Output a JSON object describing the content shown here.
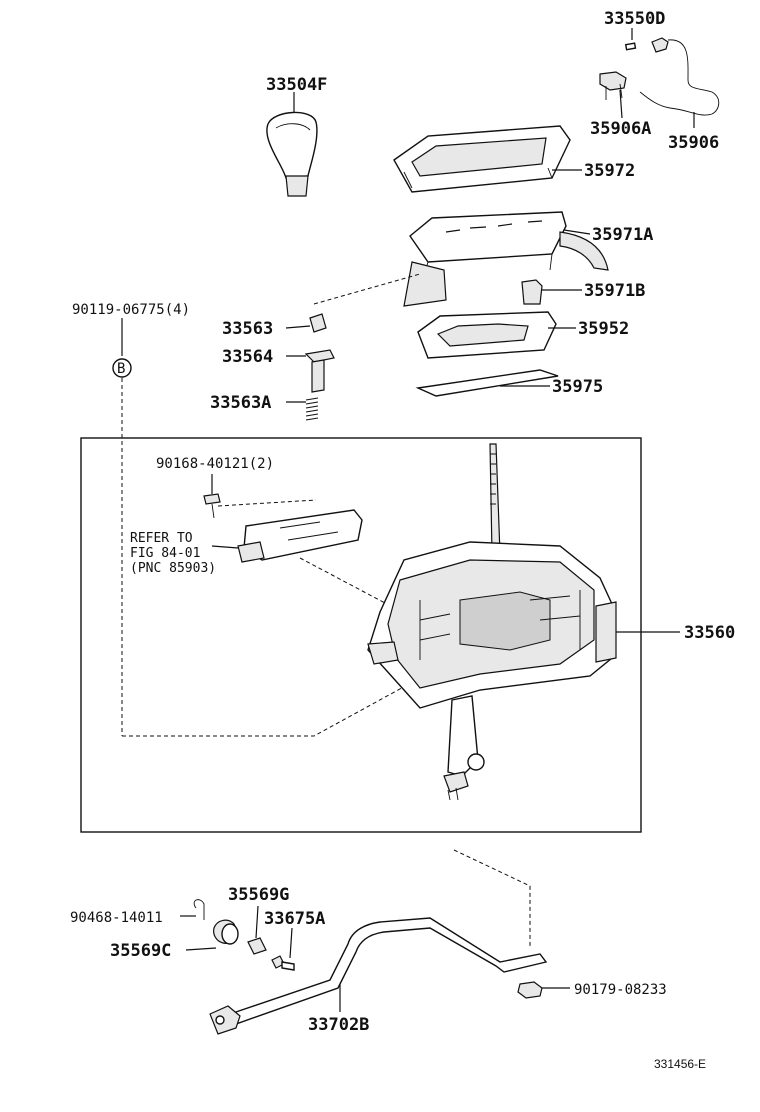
{
  "labels": {
    "p33550D": "33550D",
    "p33504F": "33504F",
    "p35906A": "35906A",
    "p35906": "35906",
    "p35972": "35972",
    "p35971A": "35971A",
    "p35971B": "35971B",
    "p90119": "90119-06775(4)",
    "p33563": "33563",
    "p33564": "33564",
    "p35952": "35952",
    "p35975": "35975",
    "p33563A": "33563A",
    "p90168": "90168-40121(2)",
    "refer1": "REFER TO",
    "refer2": "FIG 84-01",
    "refer3": "(PNC 85903)",
    "p33560": "33560",
    "p35569G": "35569G",
    "p90468": "90468-14011",
    "p33675A": "33675A",
    "p35569C": "35569C",
    "p90179": "90179-08233",
    "p33702B": "33702B",
    "circleB": "B",
    "diagram_id": "331456-E"
  }
}
